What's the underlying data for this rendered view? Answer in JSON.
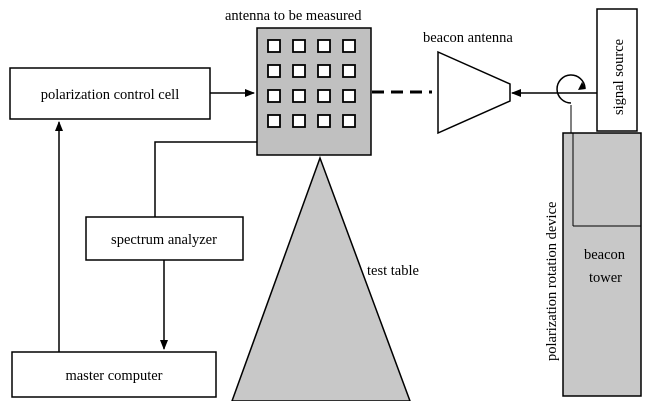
{
  "labels": {
    "antenna_to_be_measured": "antenna to be measured",
    "beacon_antenna": "beacon antenna",
    "signal_source": "signal source",
    "polarization_control_cell": "polarization control cell",
    "spectrum_analyzer": "spectrum analyzer",
    "master_computer": "master computer",
    "test_table": "test table",
    "polarization_rotation_device": "polarization rotation device",
    "beacon_tower_line1": "beacon",
    "beacon_tower_line2": "tower"
  },
  "antenna_array": {
    "rows": 4,
    "cols": 4
  },
  "colors": {
    "line": "#000000",
    "fill_gray": "#c8c8c8",
    "array_fill": "#c0c0c0",
    "background": "#ffffff"
  }
}
